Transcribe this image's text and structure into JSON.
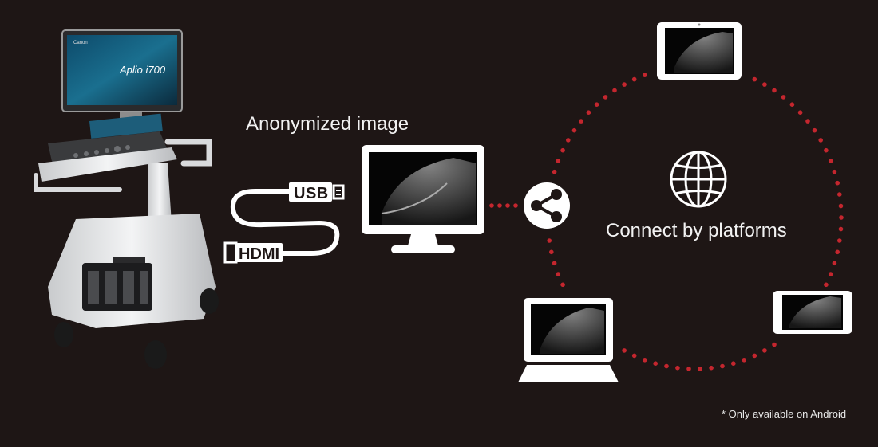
{
  "labels": {
    "anonymized": "Anonymized image",
    "connect": "Connect by platforms",
    "footnote": "* Only available on Android"
  },
  "device": {
    "brand": "Canon",
    "model": "Aplio i700"
  },
  "cables": {
    "usb": "USB",
    "hdmi": "HDMI"
  },
  "icons": [
    "share-icon",
    "globe-icon",
    "tablet-icon",
    "phone-icon",
    "laptop-icon",
    "monitor-icon",
    "ultrasound-system-icon"
  ],
  "colors": {
    "background": "#1e1615",
    "dots": "#c4262e",
    "foreground": "#ffffff"
  }
}
